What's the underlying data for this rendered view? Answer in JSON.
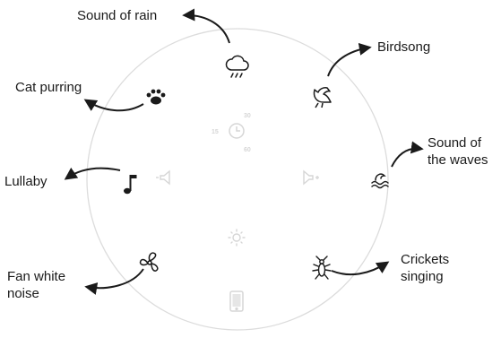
{
  "sounds": {
    "rain": {
      "label": "Sound of rain",
      "icon": "rain-cloud-icon"
    },
    "birdsong": {
      "label": "Birdsong",
      "icon": "bird-icon"
    },
    "cat": {
      "label": "Cat purring",
      "icon": "paw-icon"
    },
    "waves_l1": "Sound of",
    "waves_l2": "the waves",
    "waves_icon": "waves-icon",
    "lullaby": {
      "label": "Lullaby",
      "icon": "music-note-icon"
    },
    "fan_l1": "Fan white",
    "fan_l2": "noise",
    "fan_icon": "fan-icon",
    "crickets_l1": "Crickets",
    "crickets_l2": "singing",
    "crickets_icon": "cricket-icon"
  },
  "device": {
    "timer_options": [
      "15",
      "30",
      "60"
    ],
    "timer_icon": "clock-icon",
    "volume_down_icon": "volume-down-icon",
    "volume_up_icon": "volume-up-icon",
    "light_icon": "sun-icon",
    "app_icon": "phone-icon"
  },
  "colors": {
    "ink": "#1a1a1a",
    "faint": "#d6d6d6",
    "ring": "#dcdcdc"
  }
}
